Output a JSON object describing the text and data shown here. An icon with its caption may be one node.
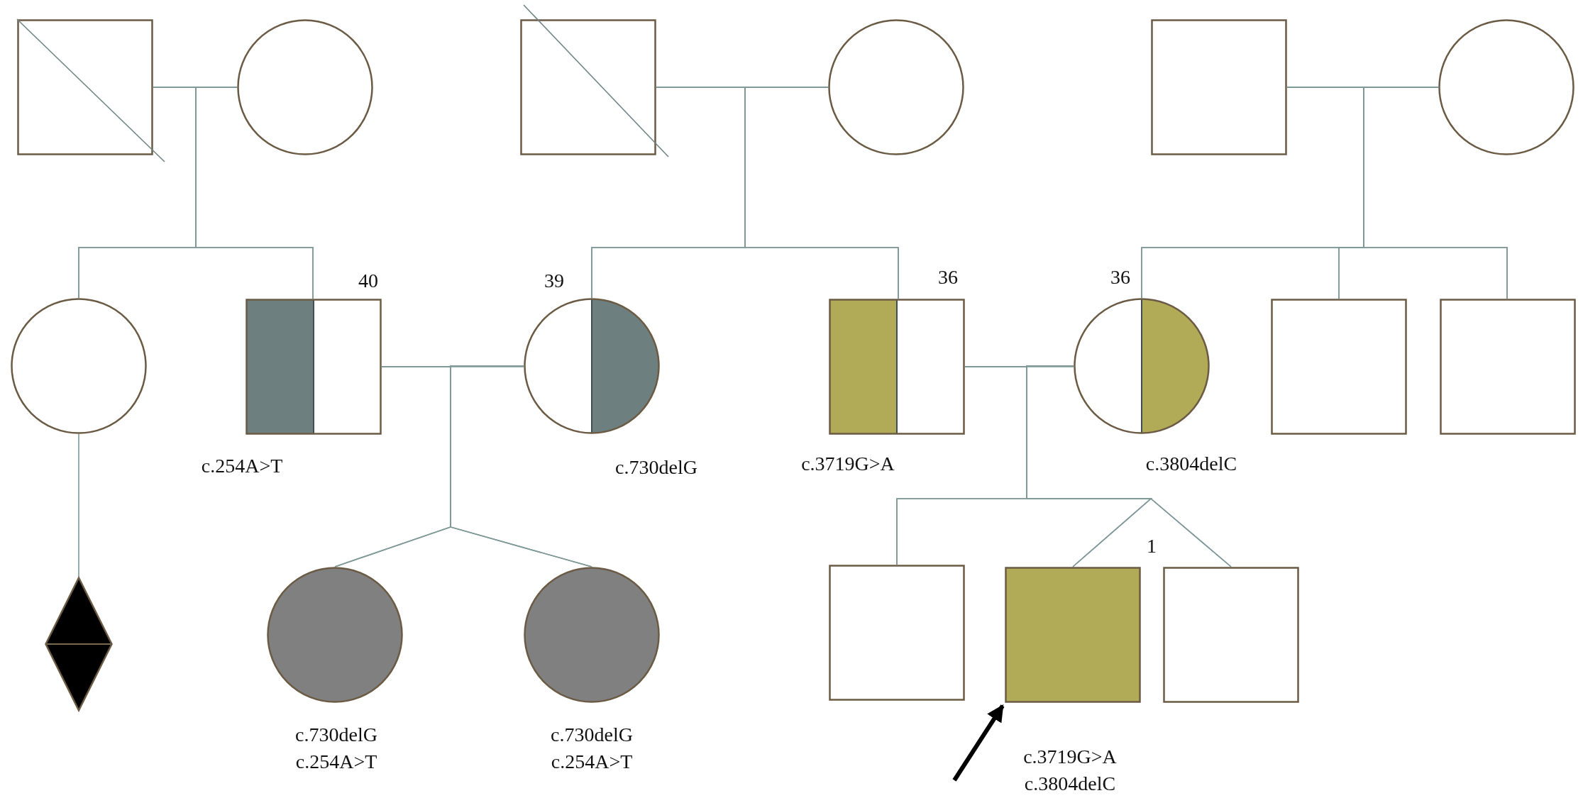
{
  "diagram": {
    "nodes": [
      {
        "text": [],
        "shape": "box"
      },
      {
        "text": [],
        "shape": "circle"
      },
      {
        "text": [],
        "shape": "box"
      },
      {
        "text": [],
        "shape": "circle"
      },
      {
        "text": [],
        "shape": "box"
      },
      {
        "text": [],
        "shape": "circle"
      },
      {
        "text": [],
        "shape": "circle"
      },
      {
        "text": [],
        "shape": "box",
        "beside": [
          "40",
          "c.254A>T"
        ]
      },
      {
        "text": [],
        "shape": "circle",
        "beside": [
          "39",
          "c.730delG"
        ]
      },
      {
        "text": [],
        "shape": "box",
        "beside": [
          "36",
          "c.3719G>A"
        ]
      },
      {
        "text": [],
        "shape": "circle",
        "beside": [
          "36",
          "c.3804delC"
        ]
      },
      {
        "text": [],
        "shape": "box"
      },
      {
        "text": [],
        "shape": "box"
      },
      {
        "text": [],
        "shape": "diamond"
      },
      {
        "text": [],
        "shape": "circle",
        "beside": [
          "c.730delG",
          "c.254A>T"
        ]
      },
      {
        "text": [],
        "shape": "circle",
        "beside": [
          "c.730delG",
          "c.254A>T"
        ]
      },
      {
        "text": [],
        "shape": "box"
      },
      {
        "text": [],
        "shape": "box",
        "beside": [
          "1",
          "c.3719G>A",
          "c.3804delC"
        ]
      },
      {
        "text": [],
        "shape": "box"
      }
    ],
    "edges": [
      {
        "from": 0,
        "to": 1,
        "arrow": "none"
      },
      {
        "from": 2,
        "to": 3,
        "arrow": "none"
      },
      {
        "from": 4,
        "to": 5,
        "arrow": "none"
      },
      {
        "from": 7,
        "to": 8,
        "arrow": "none"
      },
      {
        "from": 9,
        "to": 10,
        "arrow": "none"
      },
      {
        "from": 0,
        "to": 6,
        "arrow": "none"
      },
      {
        "from": 1,
        "to": 6,
        "arrow": "none"
      },
      {
        "from": 0,
        "to": 7,
        "arrow": "none"
      },
      {
        "from": 1,
        "to": 7,
        "arrow": "none"
      },
      {
        "from": 2,
        "to": 8,
        "arrow": "none"
      },
      {
        "from": 3,
        "to": 8,
        "arrow": "none"
      },
      {
        "from": 2,
        "to": 9,
        "arrow": "none"
      },
      {
        "from": 3,
        "to": 9,
        "arrow": "none"
      },
      {
        "from": 4,
        "to": 10,
        "arrow": "none"
      },
      {
        "from": 5,
        "to": 10,
        "arrow": "none"
      },
      {
        "from": 4,
        "to": 11,
        "arrow": "none"
      },
      {
        "from": 5,
        "to": 11,
        "arrow": "none"
      },
      {
        "from": 4,
        "to": 12,
        "arrow": "none"
      },
      {
        "from": 5,
        "to": 12,
        "arrow": "none"
      },
      {
        "from": 6,
        "to": 13,
        "arrow": "none"
      },
      {
        "from": 7,
        "to": 14,
        "arrow": "none"
      },
      {
        "from": 8,
        "to": 14,
        "arrow": "none"
      },
      {
        "from": 7,
        "to": 15,
        "arrow": "none"
      },
      {
        "from": 8,
        "to": 15,
        "arrow": "none"
      },
      {
        "from": 9,
        "to": 16,
        "arrow": "none"
      },
      {
        "from": 10,
        "to": 16,
        "arrow": "none"
      },
      {
        "from": 9,
        "to": 17,
        "arrow": "none"
      },
      {
        "from": 10,
        "to": 17,
        "arrow": "none"
      },
      {
        "from": 9,
        "to": 18,
        "arrow": "none"
      },
      {
        "from": 10,
        "to": 18,
        "arrow": "none"
      },
      {
        "from": null,
        "to": 17,
        "arrow": "to",
        "style": "thick",
        "color": "#000000"
      }
    ]
  }
}
